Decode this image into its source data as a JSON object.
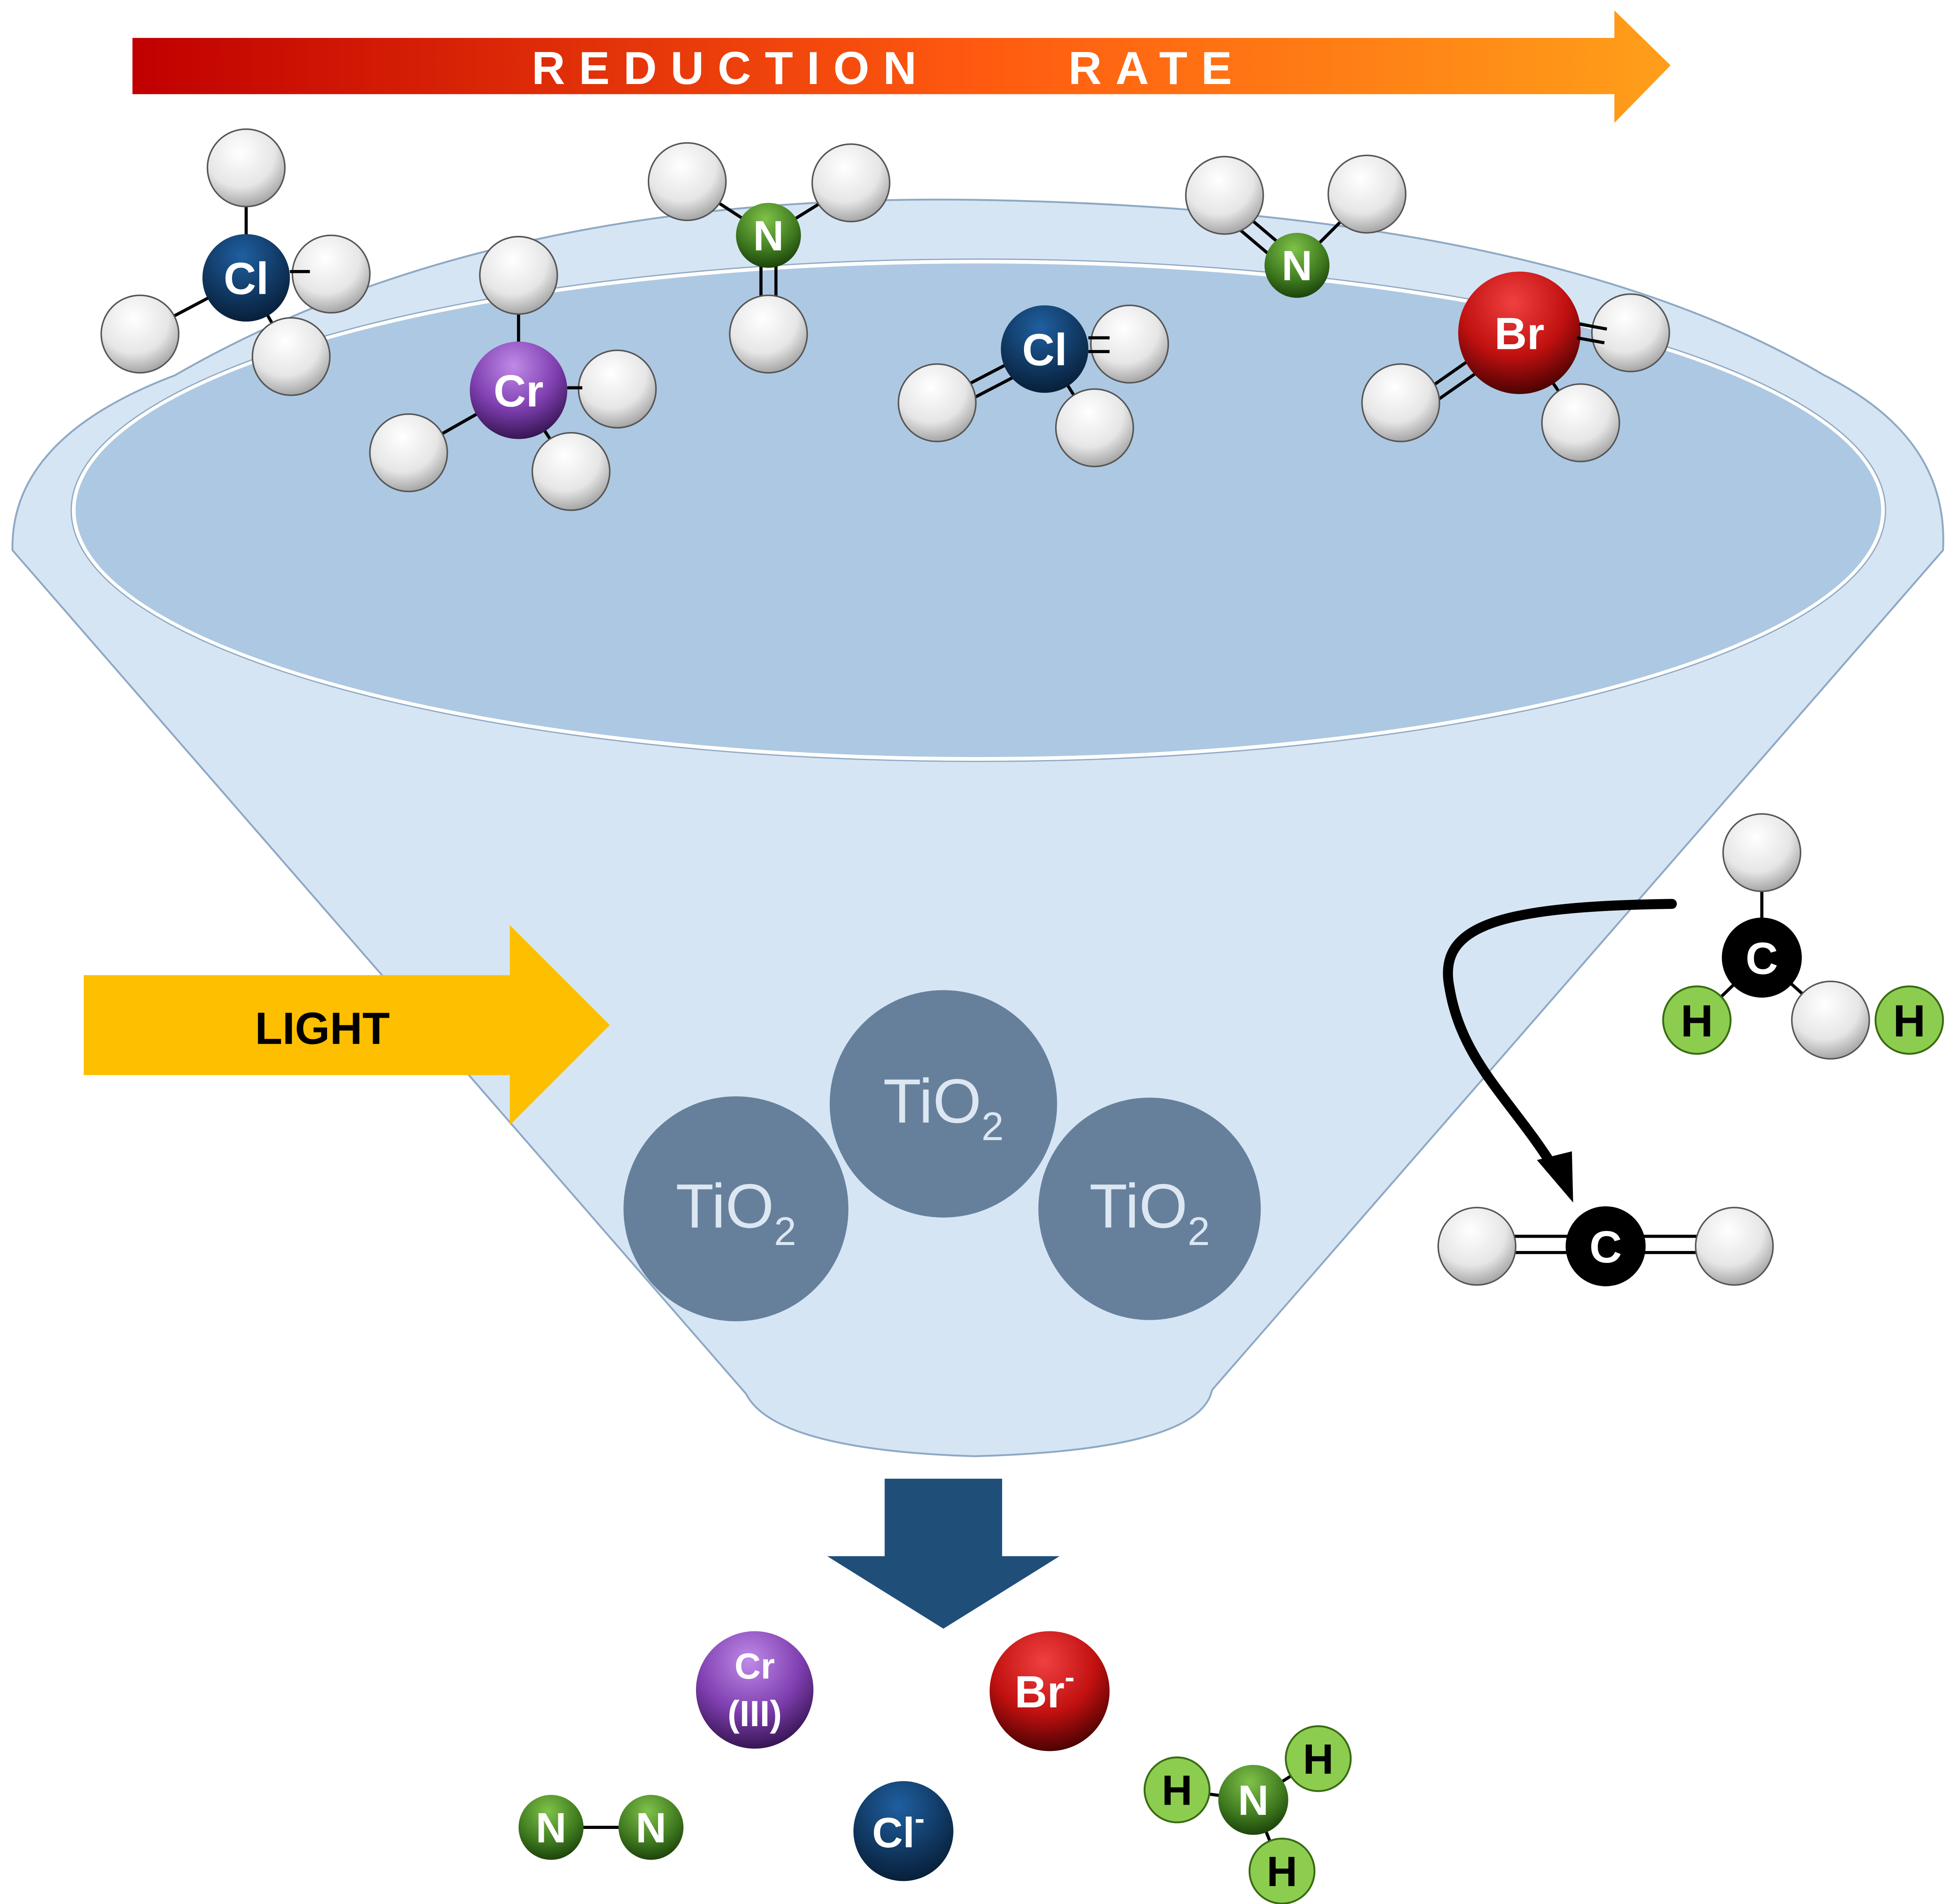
{
  "header": {
    "word1": "REDUCTION",
    "word2": "RATE"
  },
  "light": {
    "label": "LIGHT"
  },
  "catalyst": {
    "main": "TiO",
    "sub": "2"
  },
  "reactants": {
    "cl_a": "Cl",
    "cr": "Cr",
    "n_a": "N",
    "cl_b": "Cl",
    "n_b": "N",
    "br": "Br"
  },
  "side_reaction": {
    "c1": "C",
    "h1": "H",
    "h2": "H",
    "c2": "C"
  },
  "products": {
    "cr3_line1": "Cr",
    "cr3_line2": "(III)",
    "br_ion": "Br",
    "br_charge": "-",
    "cl_ion": "Cl",
    "cl_charge": "-",
    "n2_left": "N",
    "n2_right": "N",
    "nh3_n": "N",
    "nh3_h1": "H",
    "nh3_h2": "H",
    "nh3_h3": "H"
  },
  "colors": {
    "funnel_outer": "#d6e5f4",
    "funnel_inner": "#adc8e2",
    "tio2": "#66809c",
    "tio2_text": "#dce7f2",
    "light_arrow": "#fdbf00",
    "down_arrow": "#1f4e79",
    "cl": "#0e3b6b",
    "cr": "#7f3fb0",
    "n": "#4a8a26",
    "br": "#c81818",
    "h": "#8ccd50",
    "c": "#000000"
  }
}
